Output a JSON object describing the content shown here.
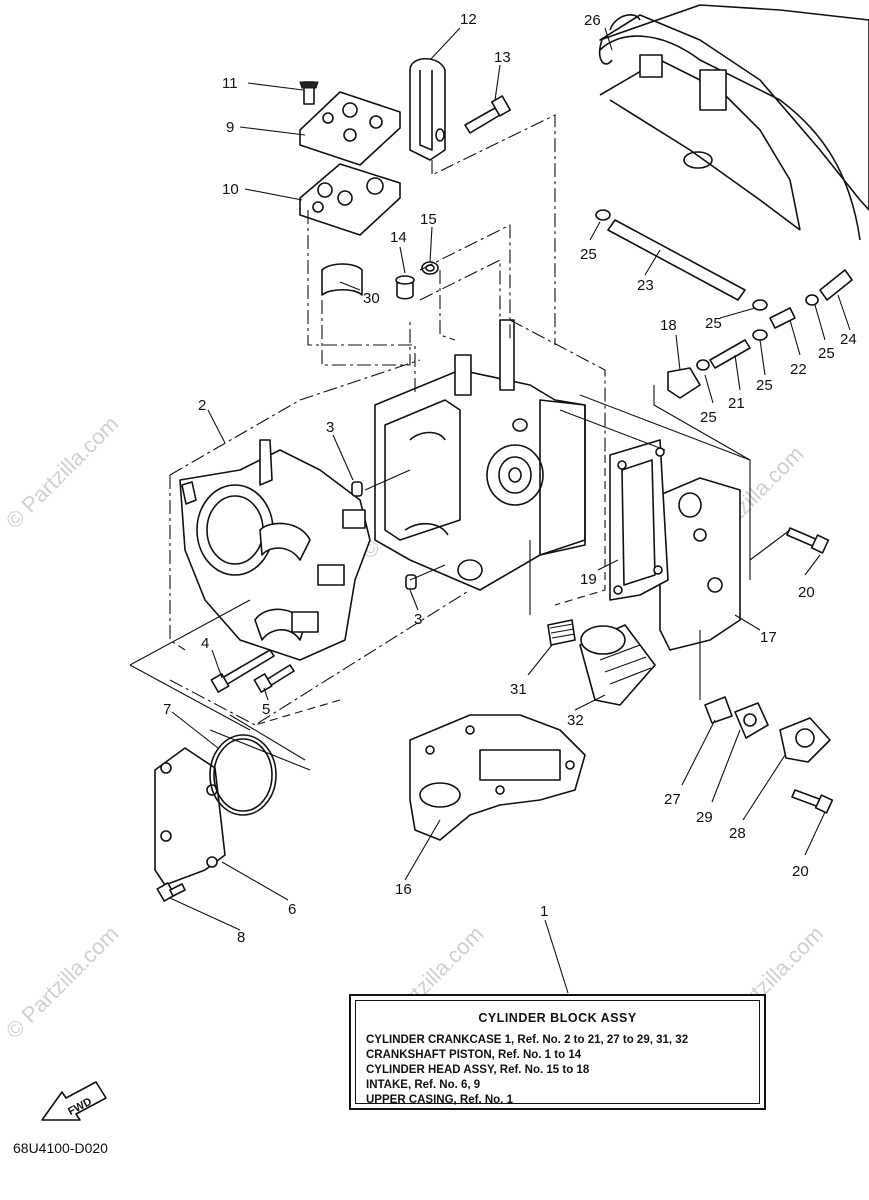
{
  "diagram": {
    "part_labels": {
      "p1": "1",
      "p2": "2",
      "p3a": "3",
      "p3b": "3",
      "p4": "4",
      "p5": "5",
      "p6": "6",
      "p7": "7",
      "p8": "8",
      "p9": "9",
      "p10": "10",
      "p11": "11",
      "p12": "12",
      "p13": "13",
      "p14": "14",
      "p15": "15",
      "p16": "16",
      "p17": "17",
      "p18": "18",
      "p19": "19",
      "p20a": "20",
      "p20b": "20",
      "p21": "21",
      "p22": "22",
      "p23": "23",
      "p24": "24",
      "p25a": "25",
      "p25b": "25",
      "p25c": "25",
      "p25d": "25",
      "p25e": "25",
      "p26": "26",
      "p27": "27",
      "p28": "28",
      "p29": "29",
      "p30": "30",
      "p31": "31",
      "p32": "32"
    },
    "fwd_label": "FWD",
    "watermark": "© Partzilla.com"
  },
  "info_box": {
    "title": "CYLINDER  BLOCK ASSY",
    "lines": [
      "CYLINDER CRANKCASE 1, Ref. No. 2 to 21, 27 to 29, 31, 32",
      "CRANKSHAFT PISTON,  Ref. No. 1 to 14",
      "CYLINDER HEAD ASSY,  Ref. No. 15 to 18",
      "INTAKE,  Ref. No. 6, 9",
      "UPPER CASING, Ref. No. 1"
    ]
  },
  "diagram_code": "68U4100-D020"
}
